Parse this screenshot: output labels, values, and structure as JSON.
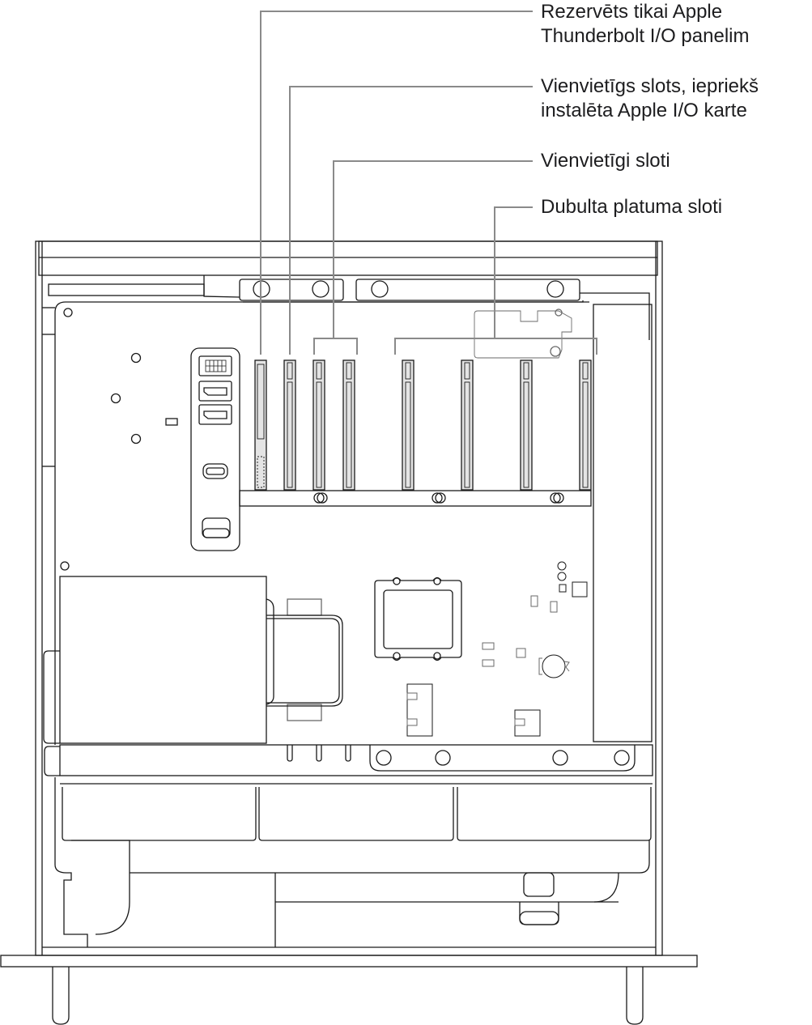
{
  "figure": {
    "subject": "Mac Pro interior side view with PCIe slots",
    "callouts": [
      {
        "id": "apple-thunderbolt-io-slot",
        "lines": [
          "Rezervēts tikai Apple",
          "Thunderbolt I/O panelim"
        ]
      },
      {
        "id": "single-slot-apple-io-card",
        "lines": [
          "Vienvietīgs slots, iepriekš",
          "instalēta Apple I/O karte"
        ]
      },
      {
        "id": "single-wide-slots",
        "lines": [
          "Vienvietīgi sloti"
        ]
      },
      {
        "id": "double-wide-slots",
        "lines": [
          "Dubulta platuma sloti"
        ]
      }
    ],
    "colors": {
      "line": "#1a1a1a",
      "leader": "#8a8a8a",
      "slot_fill": "#e4e4e4",
      "text": "#1d1d1f"
    },
    "slot_count": 8
  }
}
